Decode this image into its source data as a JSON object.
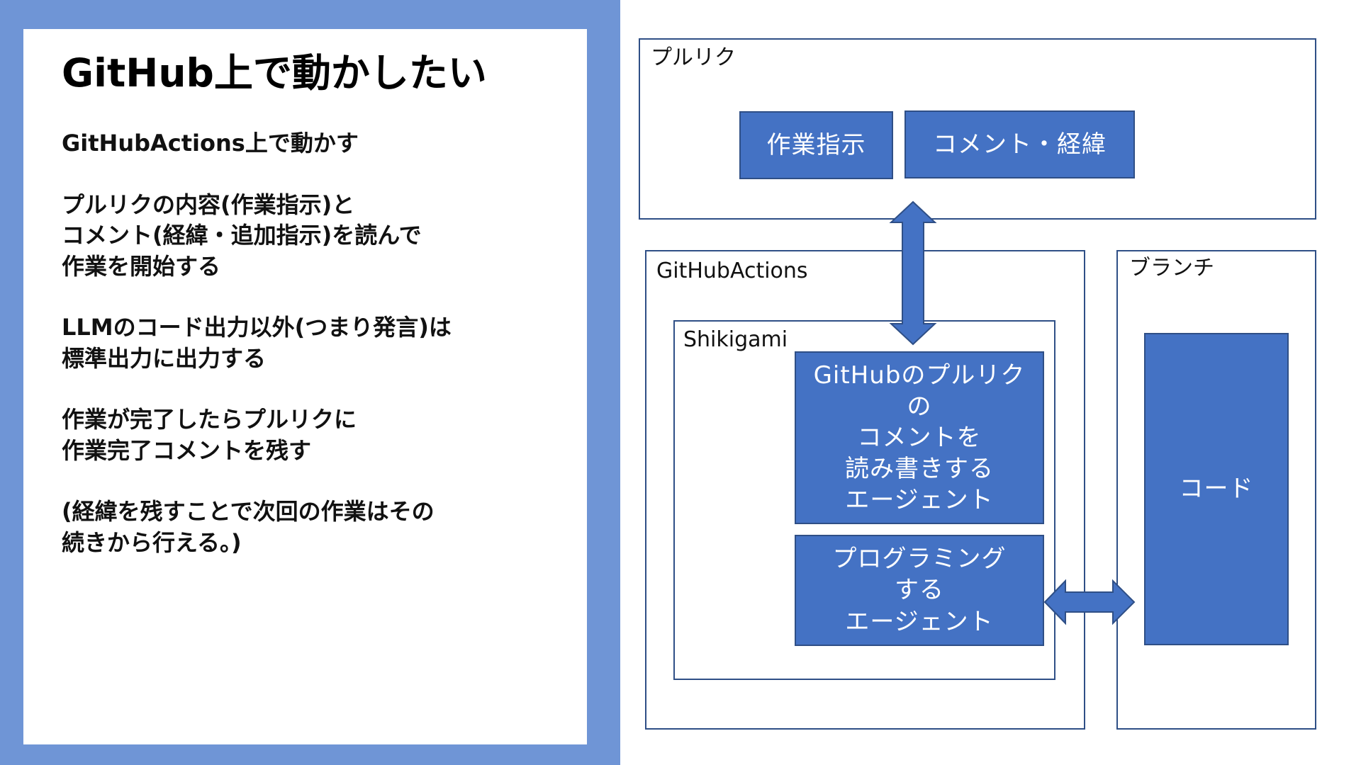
{
  "left": {
    "title": "GitHub上で動かしたい",
    "bullets": [
      "GitHubActions上で動かす",
      "プルリクの内容(作業指示)と\nコメント(経緯・追加指示)を読んで\n作業を開始する",
      "LLMのコード出力以外(つまり発言)は\n標準出力に出力する",
      "作業が完了したらプルリクに\n作業完了コメントを残す",
      "(経緯を残すことで次回の作業はその\n続きから行える。)"
    ]
  },
  "diagram": {
    "pullreq": {
      "label": "プルリク",
      "items": [
        "作業指示",
        "コメント・経緯"
      ]
    },
    "github_actions": {
      "label": "GitHubActions",
      "shikigami": {
        "label": "Shikigami",
        "agents": [
          "GitHubのプルリク\nの\nコメントを\n読み書きする\nエージェント",
          "プログラミング\nする\nエージェント"
        ]
      }
    },
    "branch": {
      "label": "ブランチ",
      "code": "コード"
    }
  },
  "colors": {
    "panel": "#6f95d6",
    "box_fill": "#4472c4",
    "box_border": "#2f4f86"
  }
}
